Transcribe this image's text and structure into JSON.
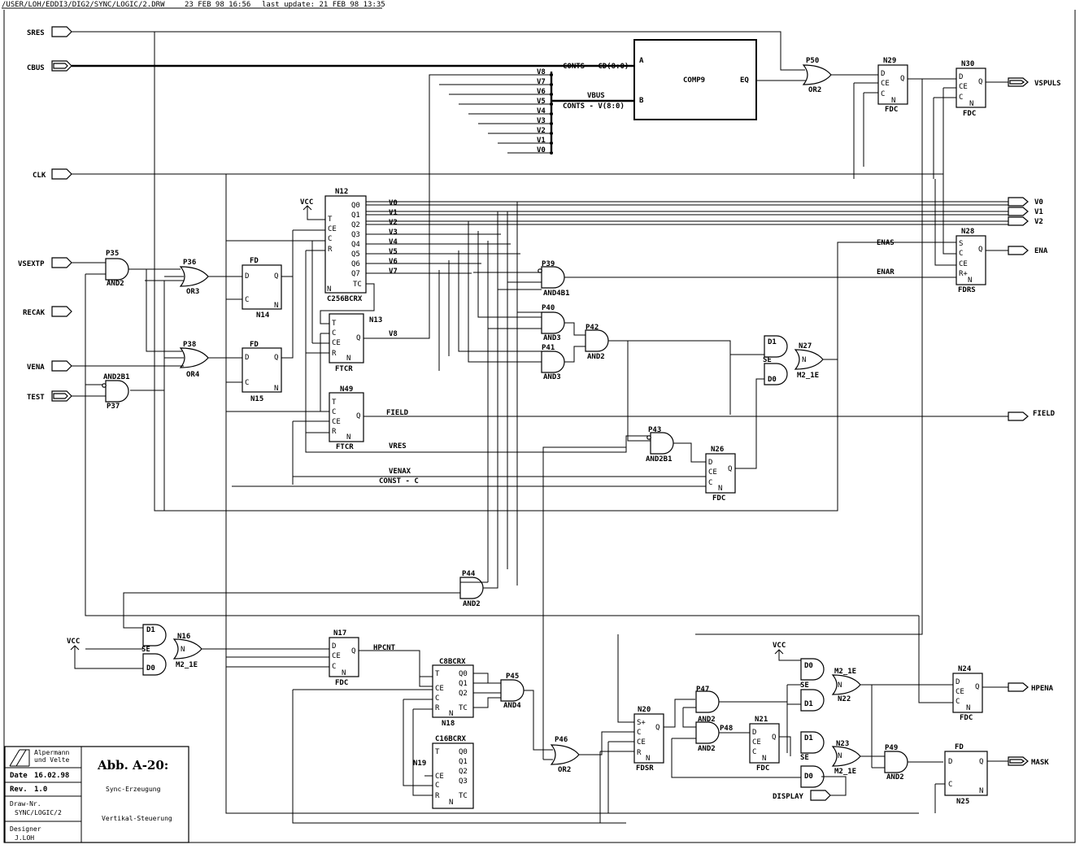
{
  "header": {
    "path": "/USER/LOH/EDDI3/DIG2/SYNC/LOGIC/2.DRW",
    "date": "23 FEB 98 16:56",
    "update": "last update: 21 FEB 98 13:35"
  },
  "ports_in": {
    "sres": "SRES",
    "cbus": "CBUS",
    "clk": "CLK",
    "vsextp": "VSEXTP",
    "recak": "RECAK",
    "vena": "VENA",
    "test": "TEST",
    "display": "DISPLAY"
  },
  "ports_out": {
    "vspuls": "VSPULS",
    "v0": "V0",
    "v1": "V1",
    "v2": "V2",
    "ena": "ENA",
    "field": "FIELD",
    "hpena": "HPENA",
    "mask": "MASK"
  },
  "comp": {
    "name": "COMP9",
    "a": "A",
    "b": "B",
    "eq": "EQ",
    "conts_cd": "CONTS - CD(8:0)",
    "vbus": "VBUS",
    "conts_v": "CONTS - V(8:0)"
  },
  "vbits": [
    "V8",
    "V7",
    "V6",
    "V5",
    "V4",
    "V3",
    "V2",
    "V1",
    "V0"
  ],
  "counter_n12": {
    "name": "N12",
    "type": "C256BCRX",
    "vcc": "VCC",
    "pins": [
      "T",
      "CE",
      "C",
      "R"
    ],
    "q": [
      "Q0",
      "Q1",
      "Q2",
      "Q3",
      "Q4",
      "Q5",
      "Q6",
      "Q7"
    ],
    "tc": "TC",
    "n": "N",
    "outs": [
      "V0",
      "V1",
      "V2",
      "V3",
      "V4",
      "V5",
      "V6",
      "V7"
    ]
  },
  "parts": {
    "p35": "P35",
    "and2": "AND2",
    "p36": "P36",
    "or3": "OR3",
    "p38": "P38",
    "or4": "OR4",
    "p37": "P37",
    "and2b1": "AND2B1",
    "fd": "FD",
    "n14": "N14",
    "n15": "N15",
    "d": "D",
    "q": "Q",
    "c": "C",
    "n": "N",
    "n13": "N13",
    "ftcr": "FTCR",
    "v8": "V8",
    "n49": "N49",
    "field": "FIELD",
    "vres": "VRES",
    "t": "T",
    "ce": "CE",
    "r": "R",
    "p39": "P39",
    "and4b1": "AND4B1",
    "p40": "P40",
    "and3": "AND3",
    "p41": "P41",
    "p42": "P42",
    "n27": "N27",
    "m2": "M2_1E",
    "d1": "D1",
    "d0": "D0",
    "se": "SE",
    "p43": "P43",
    "n26": "N26",
    "fdc": "FDC",
    "venax": "VENAX",
    "const": "CONST - C",
    "p50": "P50",
    "or2": "OR2",
    "n29": "N29",
    "n30": "N30",
    "n28": "N28",
    "fdrs": "FDRS",
    "enas": "ENAS",
    "enar": "ENAR",
    "s": "S",
    "rplus": "R+",
    "p44": "P44",
    "n16": "N16",
    "vcc": "VCC",
    "n17": "N17",
    "hpcnt": "HPCNT",
    "c8": "C8BCRX",
    "n18": "N18",
    "c16": "C16BCRX",
    "n19": "N19",
    "p45": "P45",
    "and4": "AND4",
    "q0": "Q0",
    "q1": "Q1",
    "q2": "Q2",
    "q3": "Q3",
    "tc": "TC",
    "p46": "P46",
    "n20": "N20",
    "fdsr": "FDSR",
    "splus": "S+",
    "p47": "P47",
    "p48": "P48",
    "n21": "N21",
    "n22": "N22",
    "n23": "N23",
    "p49": "P49",
    "n24": "N24",
    "n25": "N25"
  },
  "titleblock": {
    "company1": "Alpermann",
    "company2": "und Velte",
    "title": "Abb. A-20:",
    "date_lbl": "Date",
    "date": "16.02.98",
    "rev_lbl": "Rev.",
    "rev": "1.0",
    "draw_lbl": "Draw-Nr.",
    "draw": "SYNC/LOGIC/2",
    "sub1": "Sync-Erzeugung",
    "sub2": "Vertikal-Steuerung",
    "designer_lbl": "Designer",
    "designer": "J.LOH"
  }
}
